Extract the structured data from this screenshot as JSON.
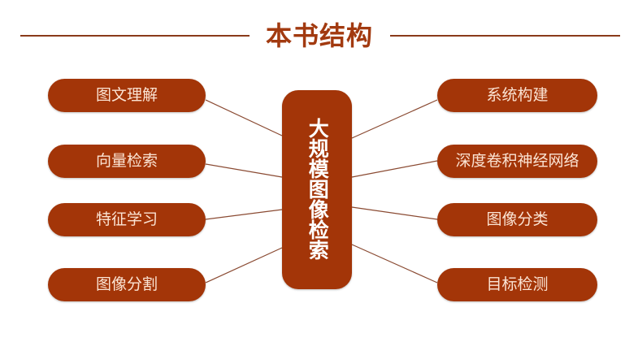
{
  "title": "本书结构",
  "center_topic": "大规模图像检索",
  "colors": {
    "pill_fill": "#a33508",
    "pill_text": "#fbe4d4",
    "title_text": "#a23a10",
    "rule_line": "#8a3a1a",
    "connector": "#8a4a32"
  },
  "left_nodes": [
    {
      "label": "图文理解"
    },
    {
      "label": "向量检索"
    },
    {
      "label": "特征学习"
    },
    {
      "label": "图像分割"
    }
  ],
  "right_nodes": [
    {
      "label": "系统构建"
    },
    {
      "label": "深度卷积神经网络"
    },
    {
      "label": "图像分类"
    },
    {
      "label": "目标检测"
    }
  ]
}
